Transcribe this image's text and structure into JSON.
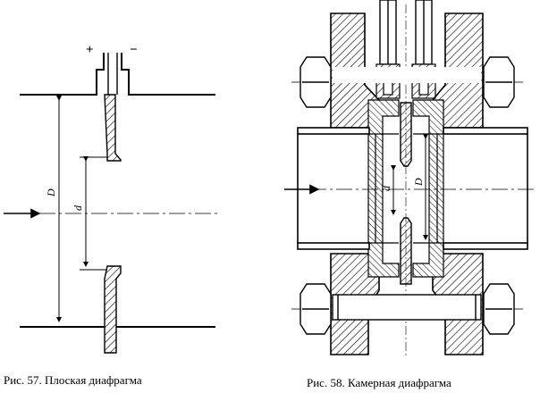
{
  "fig57": {
    "plus": "+",
    "minus": "−",
    "label_D": "D",
    "label_d": "d",
    "caption": "Рис.   57.  Плоская   диафрагма"
  },
  "fig58": {
    "label_D": "D",
    "label_d": "d",
    "caption": "Рис. 58. Камерная диафрагма"
  }
}
